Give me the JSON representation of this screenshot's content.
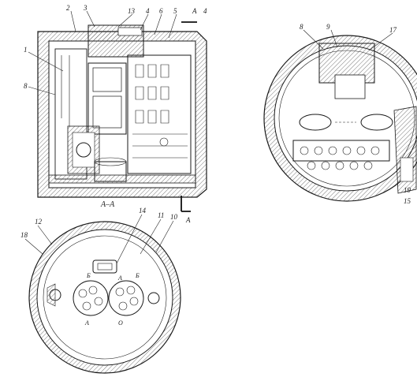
{
  "drawing": {
    "section_title": "A–A",
    "section_marker": "A",
    "view_labels": {
      "top_left": [
        "2",
        "3",
        "13",
        "4",
        "6",
        "5",
        "A",
        "4",
        "1",
        "8"
      ],
      "top_right": [
        "8",
        "9",
        "17"
      ],
      "right_side": [
        "19",
        "15"
      ],
      "bottom": [
        "12",
        "18",
        "14",
        "11",
        "10"
      ]
    },
    "small_marks": {
      "face_a": "A",
      "face_b": "Б",
      "face_b2": "Б",
      "face_a2": "А",
      "face_o": "О"
    }
  },
  "colors": {
    "ink": "#1a1a1a",
    "hatch": "#555555",
    "background": "#ffffff"
  }
}
